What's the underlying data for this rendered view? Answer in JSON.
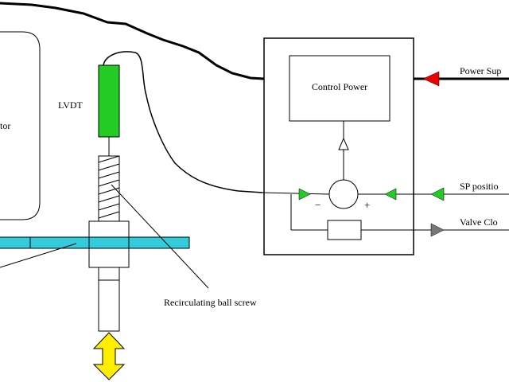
{
  "labels": {
    "lvdt": "LVDT",
    "motor_partial": "tor",
    "control_power": "Control Power",
    "minus": "−",
    "plus": "+",
    "ball_screw": "Recirculating ball screw",
    "power_supply": "Power Sup",
    "sp_position": "SP positio",
    "valve_close": "Valve Clo"
  },
  "colors": {
    "lvdt_green": "#22cc22",
    "beam_cyan": "#33ccdd",
    "arrow_yellow": "#ffee00",
    "arrow_red": "#ee0000",
    "arrow_green": "#22cc22",
    "arrow_gray": "#777777"
  }
}
